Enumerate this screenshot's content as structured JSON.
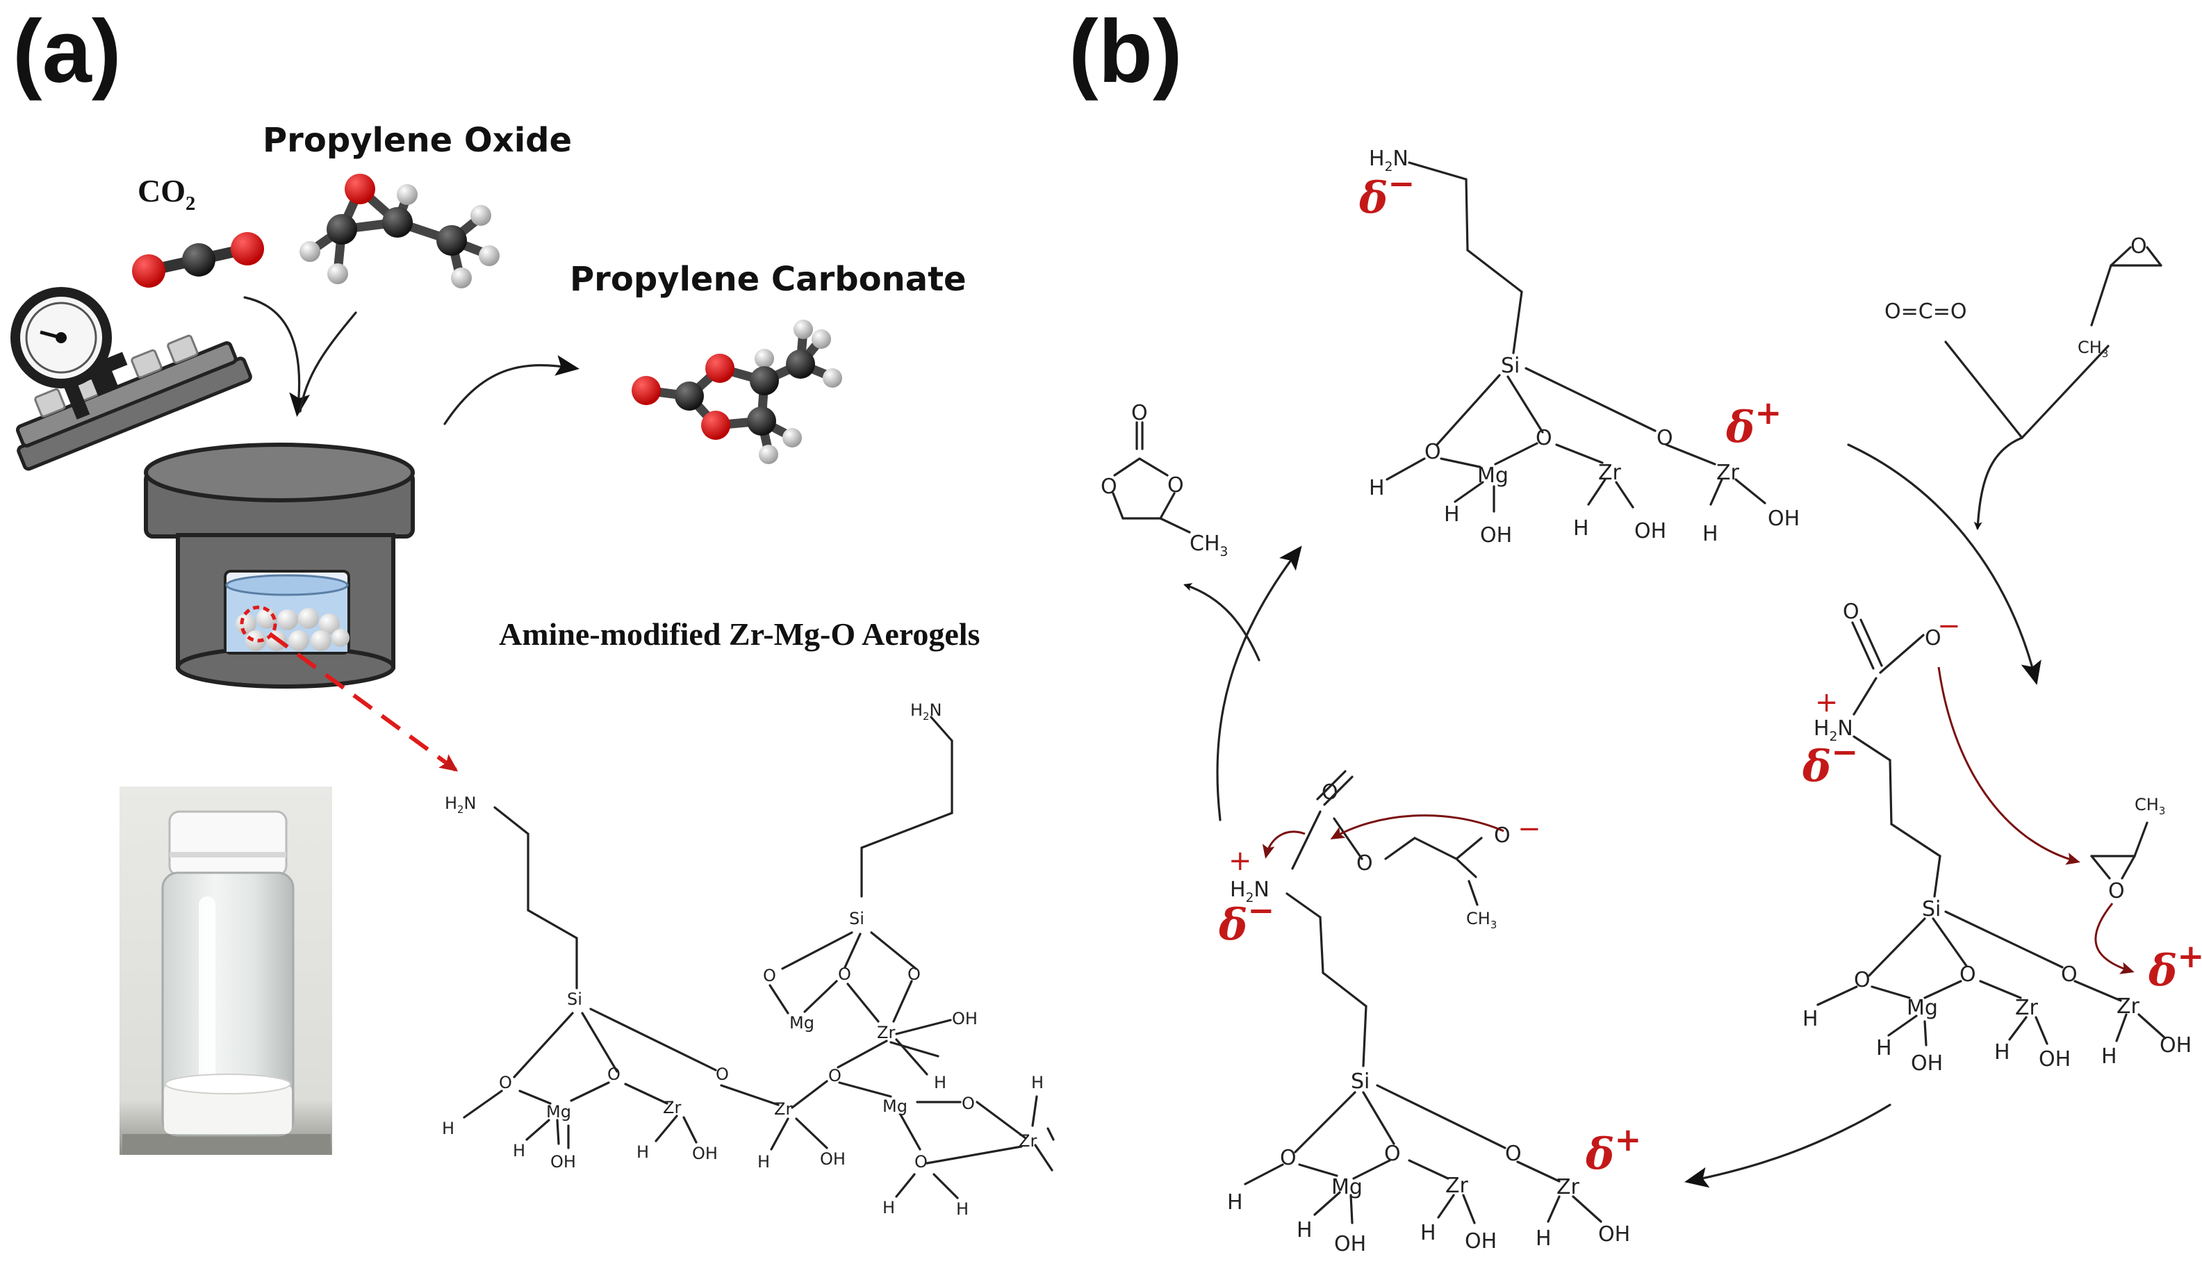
{
  "panels": {
    "a": "(a)",
    "b": "(b)"
  },
  "panel_a": {
    "co2_main": "CO",
    "co2_sub": "2",
    "propylene_oxide": "Propylene Oxide",
    "propylene_carbonate": "Propylene Carbonate",
    "aerogels": "Amine-modified Zr-Mg-O Aerogels"
  },
  "atoms": {
    "h2n_main": "H",
    "h2n_sub": "2",
    "h2n_end": "N",
    "si": "Si",
    "mg": "Mg",
    "zr": "Zr",
    "o": "O",
    "h": "H",
    "oh": "OH",
    "ch3_main": "CH",
    "ch3_sub": "3",
    "o_c_o": "O=C=O",
    "c": "C"
  },
  "charges": {
    "delta_minus": "δ",
    "delta_plus": "δ",
    "minus": "−",
    "plus": "+"
  },
  "colors": {
    "oxygen": "#d01616",
    "carbon": "#2b2b2b",
    "hydrogen": "#eeeeee",
    "accent_red": "#c41818",
    "steel": "#6e6e6e"
  }
}
